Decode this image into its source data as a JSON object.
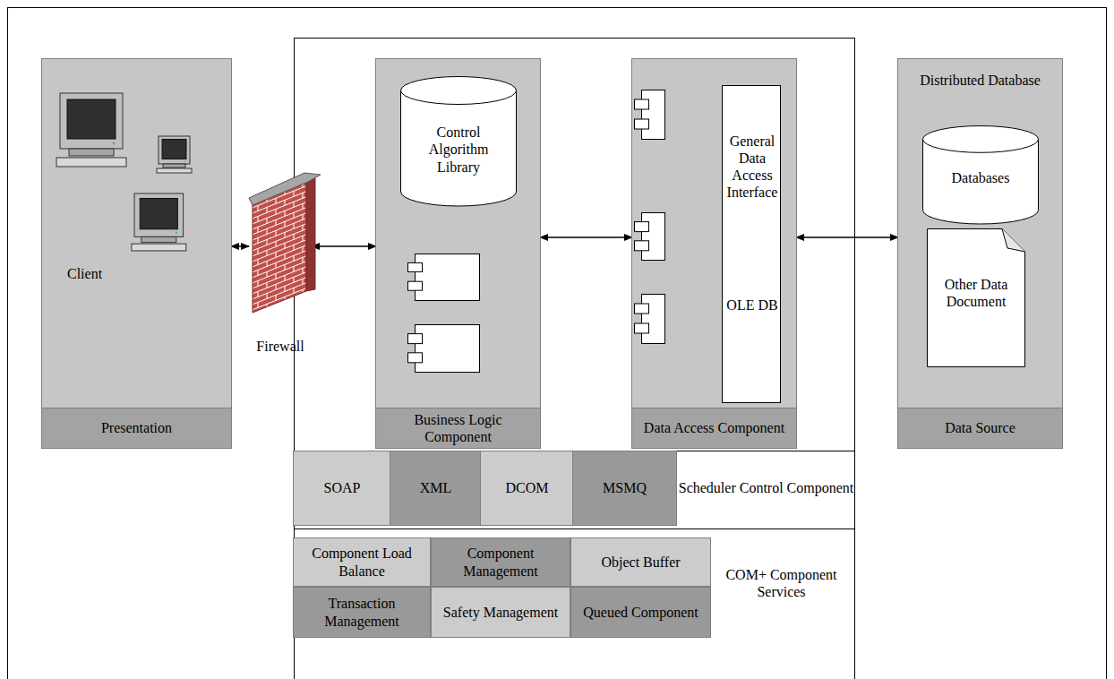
{
  "diagram": {
    "nodes": [
      {
        "text": [
          "Client",
          "Presentation"
        ]
      },
      {
        "text": [
          "Firewall"
        ]
      },
      {
        "text": [
          "Business Logic Component"
        ]
      },
      {
        "text": [
          "Control Algorithm Library"
        ],
        "in": 2
      },
      {
        "text": [
          "Data Access Component"
        ]
      },
      {
        "text": [
          "General Data Access Interface",
          "OLE DB"
        ],
        "in": 4
      },
      {
        "text": [
          "Distributed Database",
          "Data Source"
        ]
      },
      {
        "text": [
          "Databases"
        ],
        "in": 6
      },
      {
        "text": [
          "Other Data Document"
        ],
        "in": 6
      },
      {
        "text": [
          "Scheduler Control Component"
        ]
      },
      {
        "text": [
          "SOAP"
        ],
        "in": 9
      },
      {
        "text": [
          "XML"
        ],
        "in": 9
      },
      {
        "text": [
          "DCOM"
        ],
        "in": 9
      },
      {
        "text": [
          "MSMQ"
        ],
        "in": 9
      },
      {
        "text": [
          "COM+ Component Services"
        ]
      },
      {
        "text": [
          "Component Load Balance"
        ],
        "in": 14
      },
      {
        "text": [
          "Component Management"
        ],
        "in": 14
      },
      {
        "text": [
          "Object Buffer"
        ],
        "in": 14
      },
      {
        "text": [
          "Transaction Management"
        ],
        "in": 14
      },
      {
        "text": [
          "Safety Management"
        ],
        "in": 14
      },
      {
        "text": [
          "Queued Component"
        ],
        "in": 14
      }
    ],
    "edges": [
      {
        "from": 0,
        "to": 1,
        "arrow": "both"
      },
      {
        "from": 1,
        "to": 2,
        "arrow": "both"
      },
      {
        "from": 2,
        "to": 4,
        "arrow": "both"
      },
      {
        "from": 4,
        "to": 6,
        "arrow": "both"
      }
    ]
  }
}
